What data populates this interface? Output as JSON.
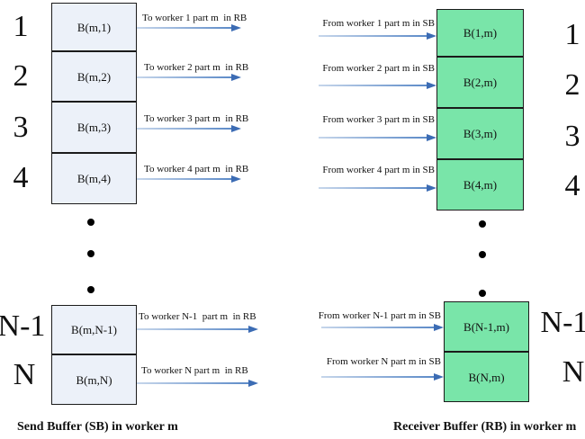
{
  "colors": {
    "send_box_fill": "#ecf1f9",
    "recv_box_fill": "#79e5a9",
    "box_border": "#1b1b1b",
    "arrow_shaft_light": "#c6d6eb",
    "arrow_shaft_dark": "#5d8bc8",
    "arrow_head": "#3c6cb4",
    "dot": "#000000",
    "text": "#111111"
  },
  "send": {
    "caption": "Send Buffer (SB) in worker m",
    "indices": [
      "1",
      "2",
      "3",
      "4",
      "N-1",
      "N"
    ],
    "box_labels": [
      "B(m,1)",
      "B(m,2)",
      "B(m,3)",
      "B(m,4)",
      "B(m,N-1)",
      "B(m,N)"
    ],
    "arrow_labels": [
      "To worker 1 part m  in RB",
      "To worker 2 part m  in RB",
      "To worker 3 part m  in RB",
      "To worker 4 part m  in RB",
      "To worker N-1  part m  in RB",
      "To worker N part m  in RB"
    ]
  },
  "recv": {
    "caption": "Receiver Buffer (RB) in worker m",
    "indices": [
      "1",
      "2",
      "3",
      "4",
      "N-1",
      "N"
    ],
    "box_labels": [
      "B(1,m)",
      "B(2,m)",
      "B(3,m)",
      "B(4,m)",
      "B(N-1,m)",
      "B(N,m)"
    ],
    "arrow_labels": [
      "From worker 1 part m in SB",
      "From worker 2 part m in SB",
      "From worker 3 part m in SB",
      "From worker 4 part m in SB",
      "From worker N-1 part m in SB",
      "From worker N part m in SB"
    ]
  }
}
